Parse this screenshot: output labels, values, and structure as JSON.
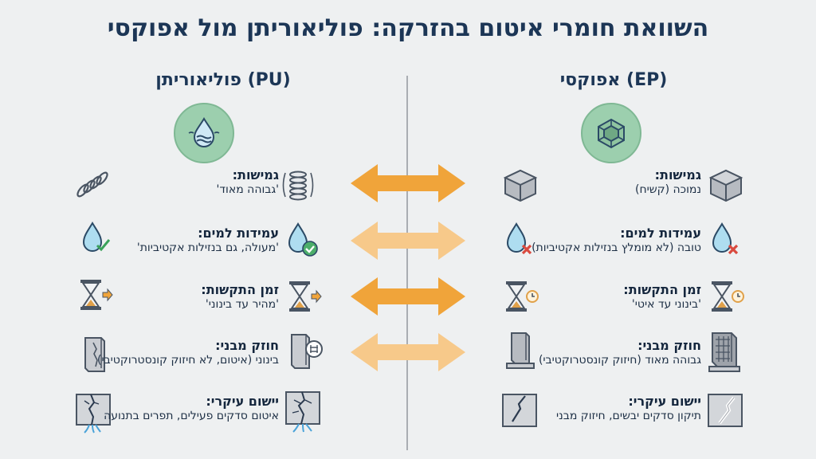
{
  "title": "השוואת חומרי איטום בהזרקה: פוליאוריתן מול אפוקסי",
  "columns": {
    "pu": {
      "heading": "פוליאוריתן (PU)",
      "rows": [
        {
          "label": "גמישות:",
          "value": "'גבוהה מאוד'"
        },
        {
          "label": "עמידות למים:",
          "value": "'מעולה, גם בנזילות אקטיביות'"
        },
        {
          "label": "זמן התקשות:",
          "value": "'מהיר עד בינוני'"
        },
        {
          "label": "חוזק מבני:",
          "value": "בינוני (איטום, לא חיזוק קונסטרוקטיבי)"
        },
        {
          "label": "יישום עיקרי:",
          "value": "איטום סדקים פעילים, תפרים בתנועה"
        }
      ]
    },
    "ep": {
      "heading": "אפוקסי (EP)",
      "rows": [
        {
          "label": "גמישות:",
          "value": "נמוכה (קשיח)"
        },
        {
          "label": "עמידות למים:",
          "value": "טובה (לא מומלץ בנזילות אקטיביות)"
        },
        {
          "label": "זמן התקשות:",
          "value": "'בינוני עד איטי'"
        },
        {
          "label": "חוזק מבני:",
          "value": "גבוהה מאוד (חיזוק קונסטרוקטיבי)"
        },
        {
          "label": "יישום עיקרי:",
          "value": "תיקון סדקים יבשים, חיזוק מבני"
        }
      ]
    }
  },
  "colors": {
    "title": "#1c3656",
    "badge": "#9ccfae",
    "arrow_strong": "#f0a43a",
    "arrow_light": "#f7c98a",
    "divider": "#a9adb2"
  }
}
